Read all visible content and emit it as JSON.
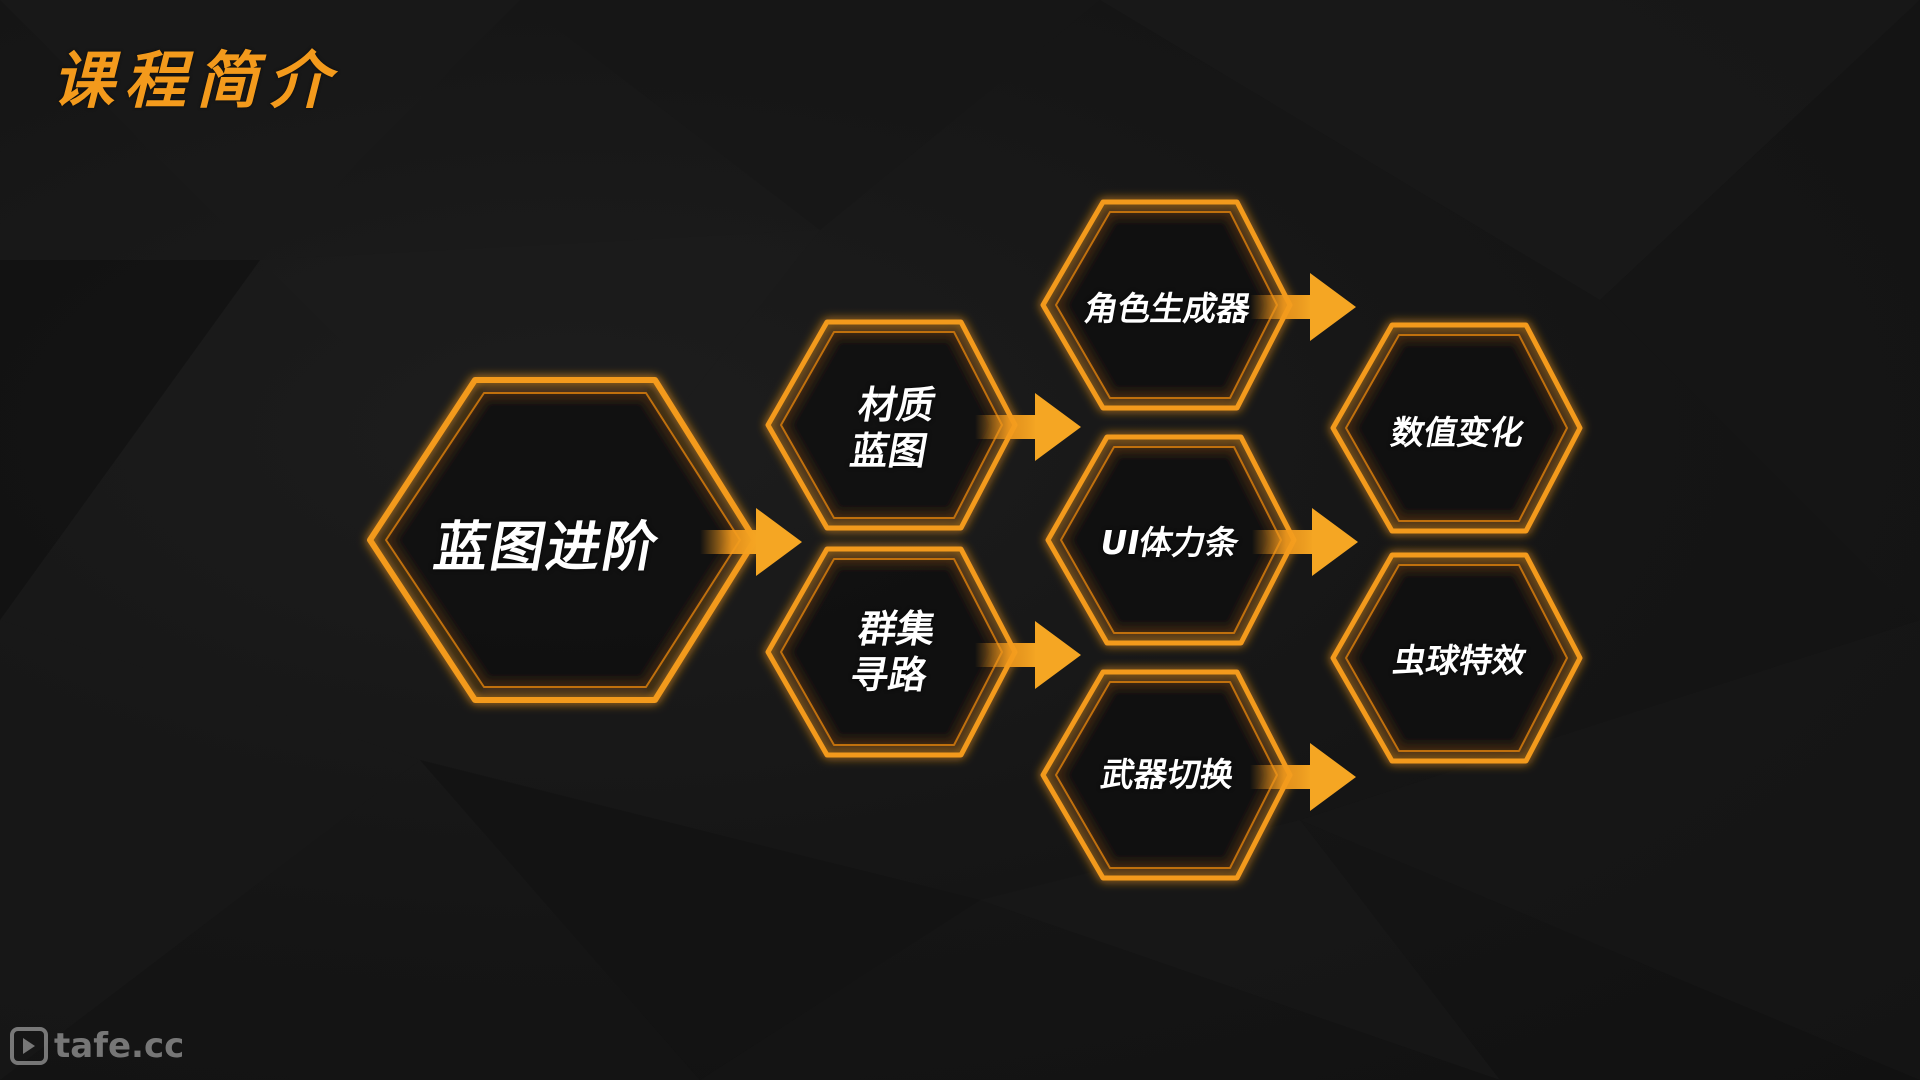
{
  "title": "课程简介",
  "accent_color": "#f39a1c",
  "nodes": {
    "root": {
      "label": "蓝图进阶"
    },
    "material_blueprint": {
      "lines": [
        "材质",
        "蓝图"
      ]
    },
    "crowd_pathfinding": {
      "lines": [
        "群集",
        "寻路"
      ]
    },
    "character_generator": {
      "label": "角色生成器"
    },
    "ui_health_bar": {
      "label": "UI体力条"
    },
    "weapon_switch": {
      "label": "武器切换"
    },
    "value_change": {
      "label": "数值变化"
    },
    "worm_sphere_effect": {
      "label": "虫球特效"
    }
  },
  "watermark": {
    "text": "tafe.cc",
    "icon": "play-icon"
  }
}
